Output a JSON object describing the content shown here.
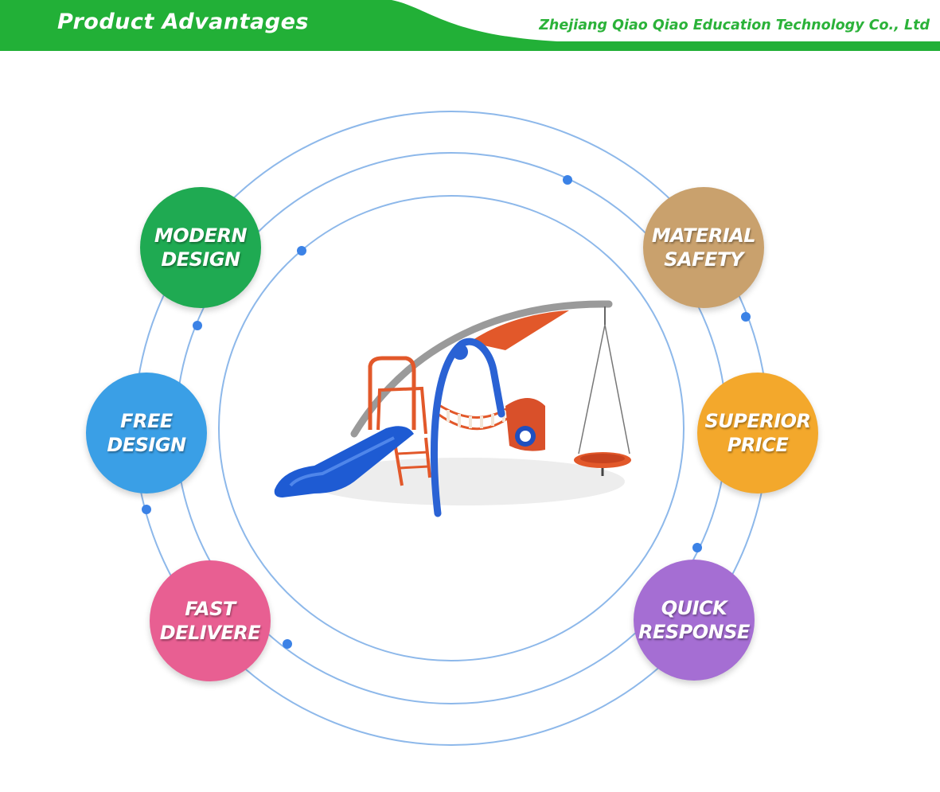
{
  "header": {
    "title": "Product Advantages",
    "company": "Zhejiang Qiao Qiao Education Technology Co., Ltd",
    "colors": {
      "banner": "#22b037",
      "company_text": "#2bb239"
    }
  },
  "advantages": [
    {
      "line1": "MODERN",
      "line2": "DESIGN",
      "color": "#1faa52"
    },
    {
      "line1": "FREE",
      "line2": "DESIGN",
      "color": "#3a9fe6"
    },
    {
      "line1": "FAST",
      "line2": "DELIVERE",
      "color": "#e85f92"
    },
    {
      "line1": "MATERIAL",
      "line2": "SAFETY",
      "color": "#c9a16d"
    },
    {
      "line1": "SUPERIOR",
      "line2": "PRICE",
      "color": "#f3a82c"
    },
    {
      "line1": "QUICK",
      "line2": "RESPONSE",
      "color": "#a56ed3"
    }
  ],
  "diagram": {
    "ring_color": "#8db8ea",
    "dot_color": "#3b82e6"
  },
  "product": {
    "icon": "playground-slide-swing-illustration"
  }
}
